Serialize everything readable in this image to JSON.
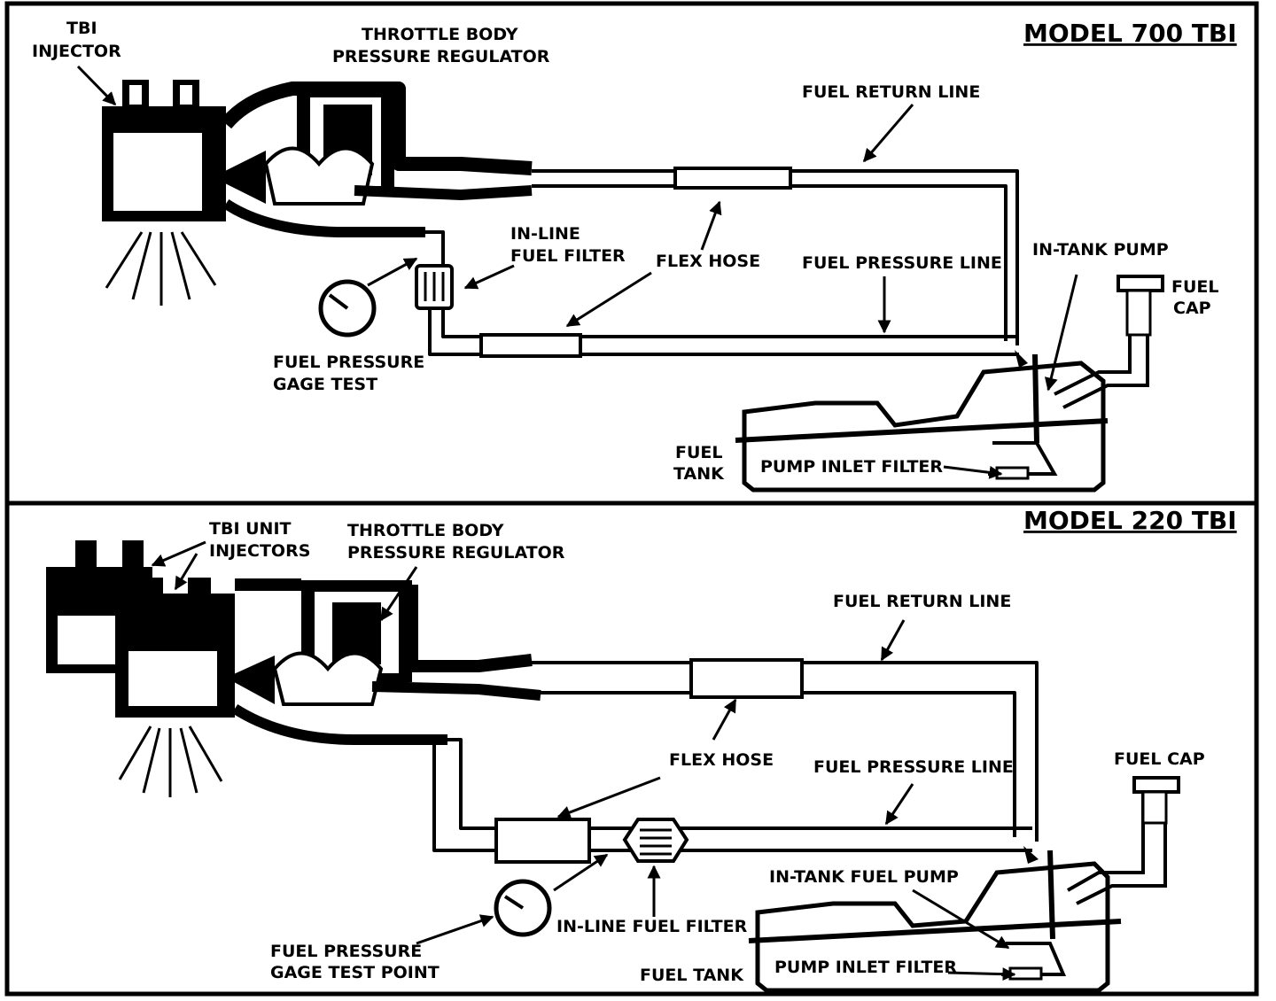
{
  "panels": [
    {
      "model_title": "MODEL 700 TBI",
      "labels": {
        "injector": [
          "TBI",
          "INJECTOR"
        ],
        "regulator": [
          "THROTTLE BODY",
          "PRESSURE REGULATOR"
        ],
        "return_line": "FUEL RETURN LINE",
        "inline_filter": [
          "IN-LINE",
          "FUEL FILTER"
        ],
        "flex_hose": "FLEX HOSE",
        "pressure_line": "FUEL PRESSURE LINE",
        "in_tank_pump": "IN-TANK PUMP",
        "fuel_cap": [
          "FUEL",
          "CAP"
        ],
        "gage_test": [
          "FUEL PRESSURE",
          "GAGE TEST"
        ],
        "fuel_tank": [
          "FUEL",
          "TANK"
        ],
        "pump_inlet_filter": "PUMP INLET FILTER"
      }
    },
    {
      "model_title": "MODEL 220 TBI",
      "labels": {
        "injectors": [
          "TBI UNIT",
          "INJECTORS"
        ],
        "regulator": [
          "THROTTLE BODY",
          "PRESSURE REGULATOR"
        ],
        "return_line": "FUEL RETURN LINE",
        "flex_hose": "FLEX HOSE",
        "pressure_line": "FUEL PRESSURE LINE",
        "fuel_cap": "FUEL CAP",
        "in_tank_pump": "IN-TANK  FUEL PUMP",
        "gage_test": [
          "FUEL PRESSURE",
          "GAGE TEST POINT"
        ],
        "inline_filter": "IN-LINE FUEL FILTER",
        "fuel_tank": "FUEL TANK",
        "pump_inlet_filter": "PUMP INLET FILTER"
      }
    }
  ]
}
